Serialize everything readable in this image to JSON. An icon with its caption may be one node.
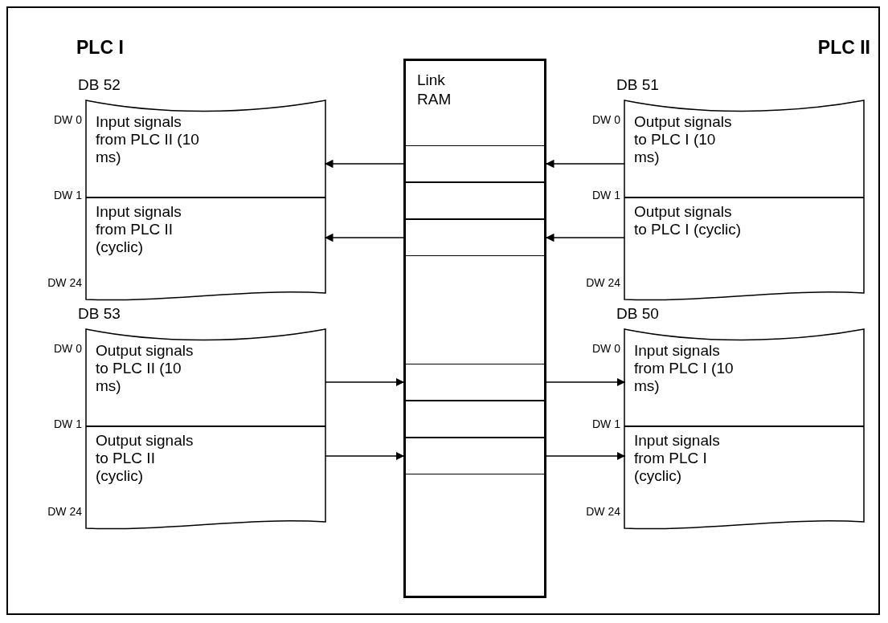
{
  "diagram": {
    "nodes": [
      {
        "text": [
          "DB 52"
        ]
      },
      {
        "text": [
          "Input signals from PLC II (10 ms)"
        ],
        "in": 0,
        "beside": [
          "DW 0"
        ]
      },
      {
        "text": [
          "Input signals from PLC II (cyclic)"
        ],
        "in": 0,
        "beside": [
          "DW 1",
          "DW 24"
        ]
      },
      {
        "text": [
          "Link RAM"
        ]
      },
      {
        "text": [],
        "shape": "box",
        "in": 3
      },
      {
        "text": [],
        "shape": "box",
        "in": 3
      },
      {
        "text": [],
        "shape": "box",
        "in": 3
      },
      {
        "text": [],
        "shape": "box",
        "in": 3
      },
      {
        "text": [],
        "shape": "box",
        "in": 3
      },
      {
        "text": [],
        "shape": "box",
        "in": 3
      },
      {
        "text": [
          "DB 51"
        ]
      },
      {
        "text": [
          "Output signals to PLC I (10 ms)"
        ],
        "in": 10,
        "beside": [
          "DW 0"
        ]
      },
      {
        "text": [
          "Output signals to PLC I (cyclic)"
        ],
        "in": 10,
        "beside": [
          "DW 1",
          "DW 24"
        ]
      },
      {
        "text": [
          "DB 53"
        ]
      },
      {
        "text": [
          "Output signals to PLC II (10 ms)"
        ],
        "in": 13,
        "beside": [
          "DW 0"
        ]
      },
      {
        "text": [
          "Output signals to PLC II (cyclic)"
        ],
        "in": 13,
        "beside": [
          "DW 1",
          "DW 24"
        ]
      },
      {
        "text": [
          "DB 50"
        ]
      },
      {
        "text": [
          "Input signals from PLC I (10 ms)"
        ],
        "in": 16,
        "beside": [
          "DW 0"
        ]
      },
      {
        "text": [
          "Input signals from PLC I (cyclic)"
        ],
        "in": 16,
        "beside": [
          "DW 1",
          "DW 24"
        ]
      }
    ],
    "edges": [
      {
        "from": 4,
        "to": 1,
        "arrow": "to"
      },
      {
        "from": 6,
        "to": 2,
        "arrow": "to"
      },
      {
        "from": 11,
        "to": 4,
        "arrow": "to"
      },
      {
        "from": 12,
        "to": 6,
        "arrow": "to"
      },
      {
        "from": 14,
        "to": 7,
        "arrow": "to"
      },
      {
        "from": 15,
        "to": 9,
        "arrow": "to"
      },
      {
        "from": 7,
        "to": 17,
        "arrow": "to"
      },
      {
        "from": 9,
        "to": 18,
        "arrow": "to"
      }
    ],
    "labels": [
      "PLC I",
      "PLC II"
    ]
  }
}
